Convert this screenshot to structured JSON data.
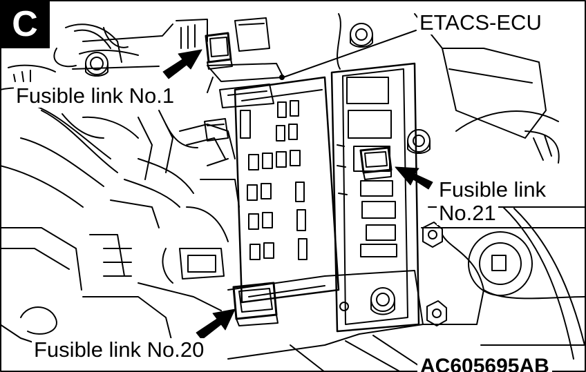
{
  "figure": {
    "view_letter": "C",
    "reference_code": "AC605695AB"
  },
  "labels": {
    "etacs_ecu": "ETACS-ECU",
    "fusible_link_1": "Fusible link No.1",
    "fusible_link_21_line1": "Fusible link",
    "fusible_link_21_line2": "No.21",
    "fusible_link_20": "Fusible link No.20"
  }
}
